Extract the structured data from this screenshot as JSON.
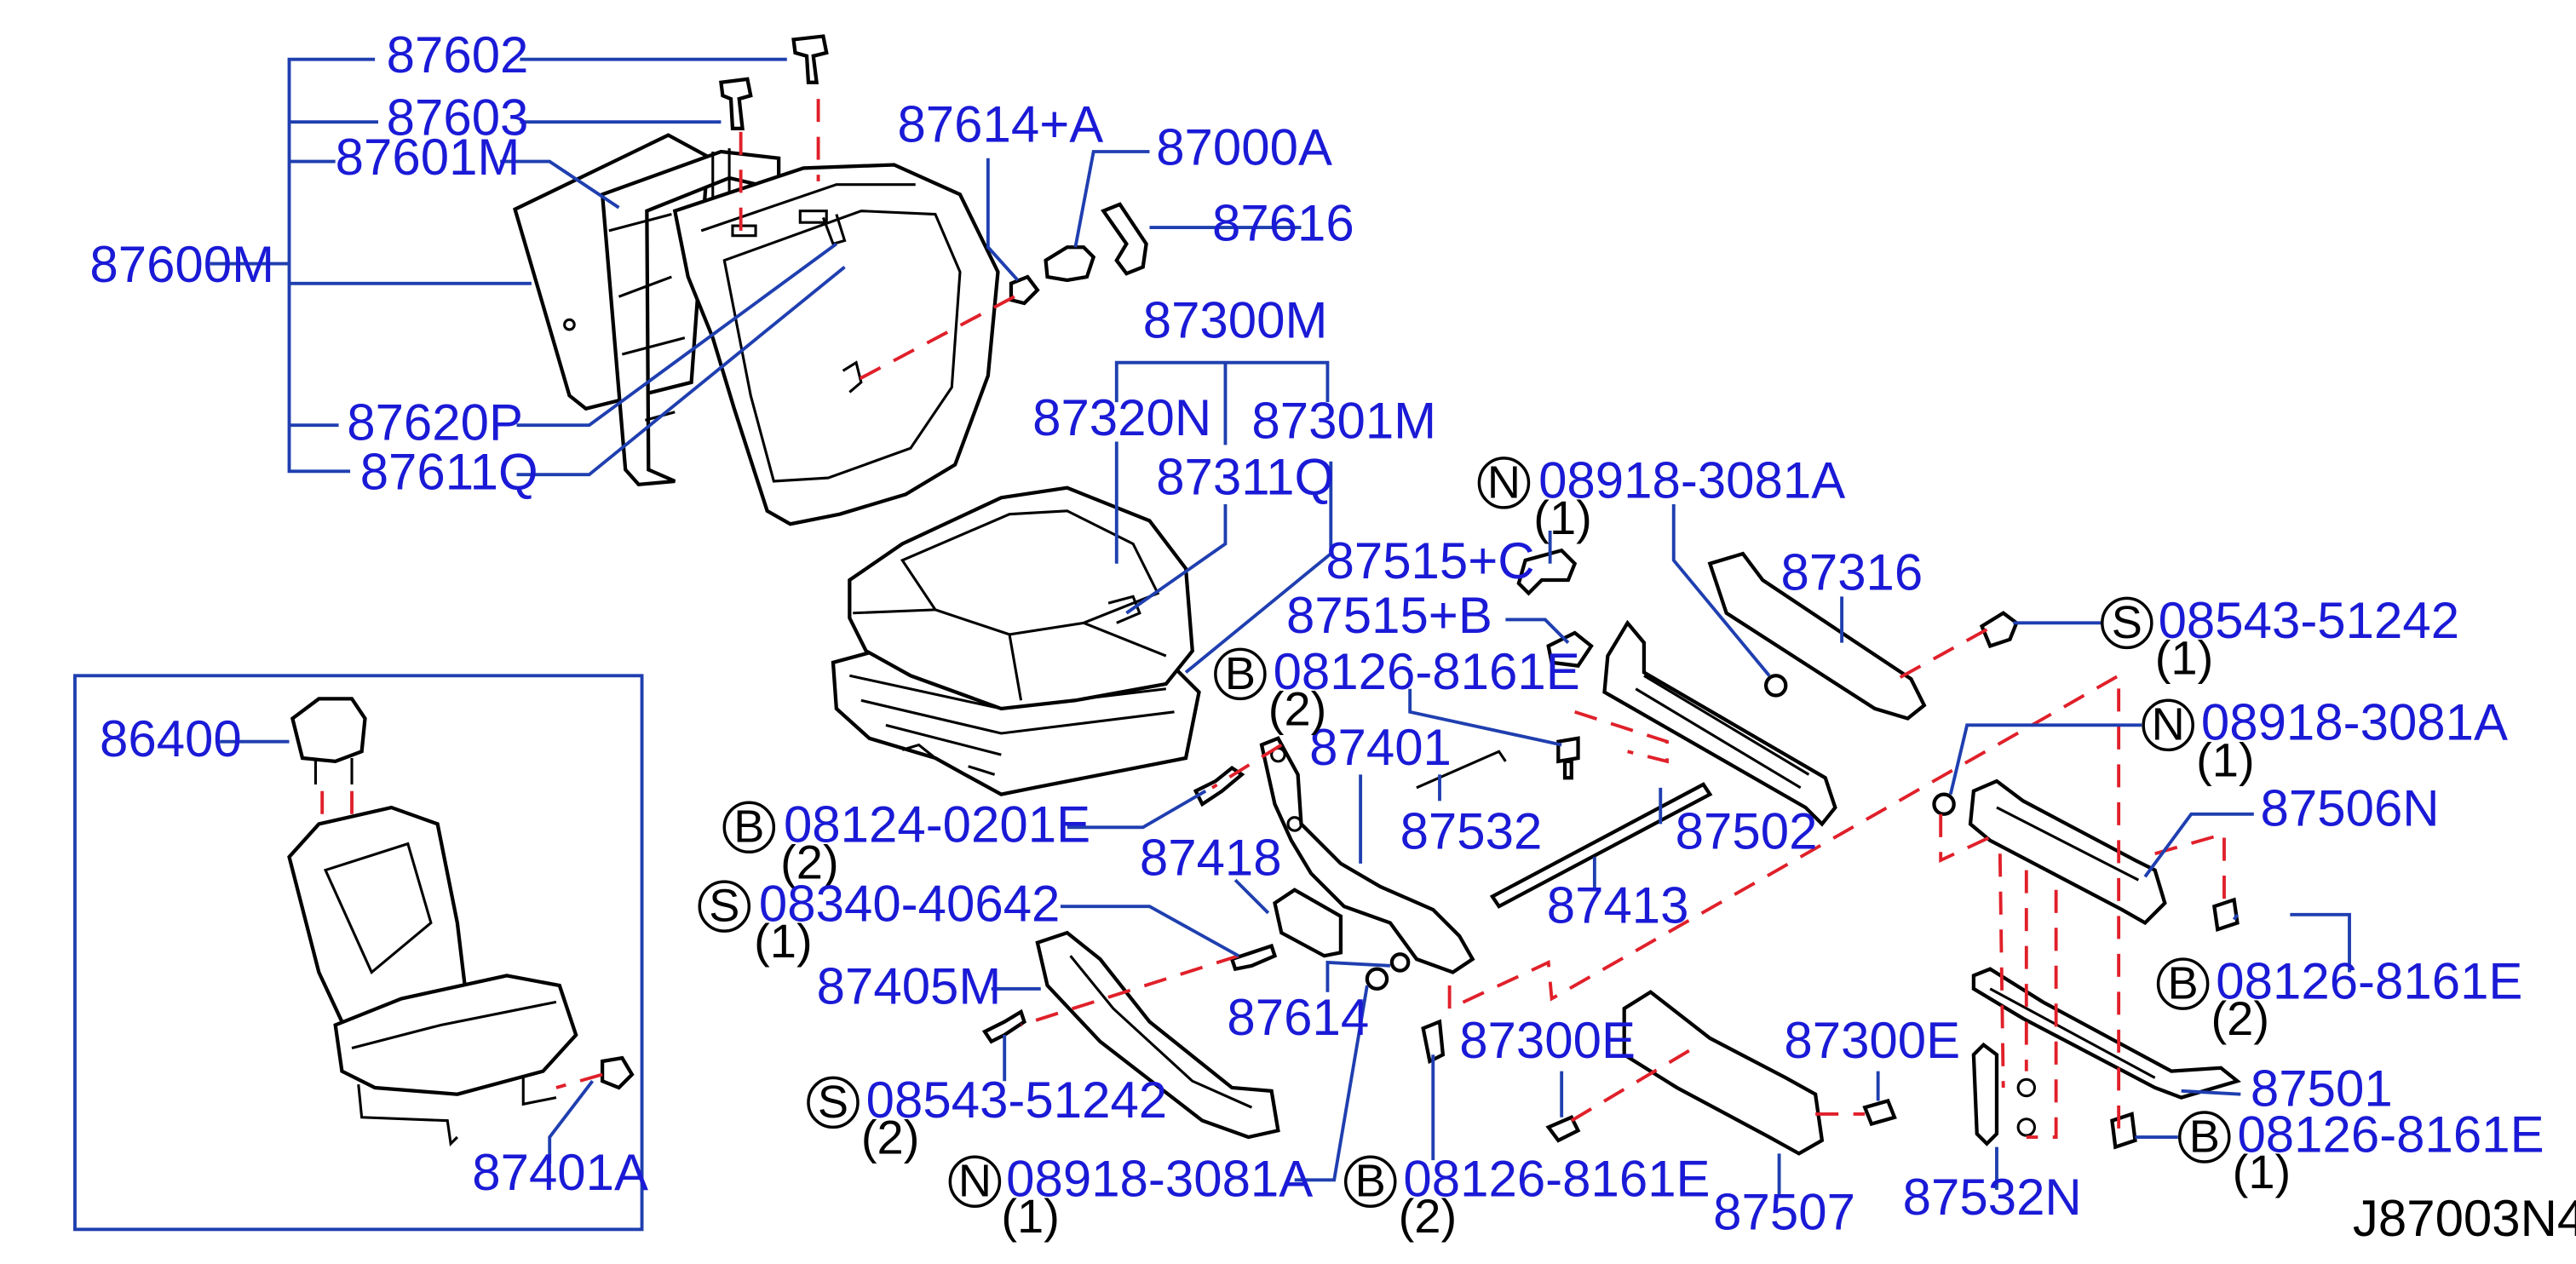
{
  "diagram_code": "J87003N4",
  "colors": {
    "label": "#1a1ad6",
    "leader": "#1f3fb0",
    "dashed_guide": "#e0202a",
    "outline": "#000000",
    "background": "#ffffff"
  },
  "labels": {
    "p87600M": "87600M",
    "p87602": "87602",
    "p87603": "87603",
    "p87601M": "87601M",
    "p87620P": "87620P",
    "p87611Q": "87611Q",
    "p87614A": "87614+A",
    "p87000A": "87000A",
    "p87616": "87616",
    "p87300M": "87300M",
    "p87320N": "87320N",
    "p87301M": "87301M",
    "p87311Q": "87311Q",
    "p87515C": "87515+C",
    "p87515B": "87515+B",
    "p87316": "87316",
    "p87401": "87401",
    "p87532": "87532",
    "p87502": "87502",
    "p87418": "87418",
    "p87413": "87413",
    "p87405M": "87405M",
    "p87614": "87614",
    "p87300E_a": "87300E",
    "p87300E_b": "87300E",
    "p87506N": "87506N",
    "p87501": "87501",
    "p87507": "87507",
    "p87532N": "87532N",
    "p86400": "86400",
    "p87401A": "87401A"
  },
  "fasteners": [
    {
      "prefix": "N",
      "code": "08918-3081A",
      "qty": "(1)"
    },
    {
      "prefix": "S",
      "code": "08543-51242",
      "qty": "(1)"
    },
    {
      "prefix": "B",
      "code": "08126-8161E",
      "qty": "(2)"
    },
    {
      "prefix": "N",
      "code": "08918-3081A",
      "qty": "(1)"
    },
    {
      "prefix": "B",
      "code": "08124-0201E",
      "qty": "(2)"
    },
    {
      "prefix": "S",
      "code": "08340-40642",
      "qty": "(1)"
    },
    {
      "prefix": "B",
      "code": "08126-8161E",
      "qty": "(2)"
    },
    {
      "prefix": "S",
      "code": "08543-51242",
      "qty": "(2)"
    },
    {
      "prefix": "N",
      "code": "08918-3081A",
      "qty": "(1)"
    },
    {
      "prefix": "B",
      "code": "08126-8161E",
      "qty": "(2)"
    },
    {
      "prefix": "B",
      "code": "08126-8161E",
      "qty": "(1)"
    }
  ]
}
